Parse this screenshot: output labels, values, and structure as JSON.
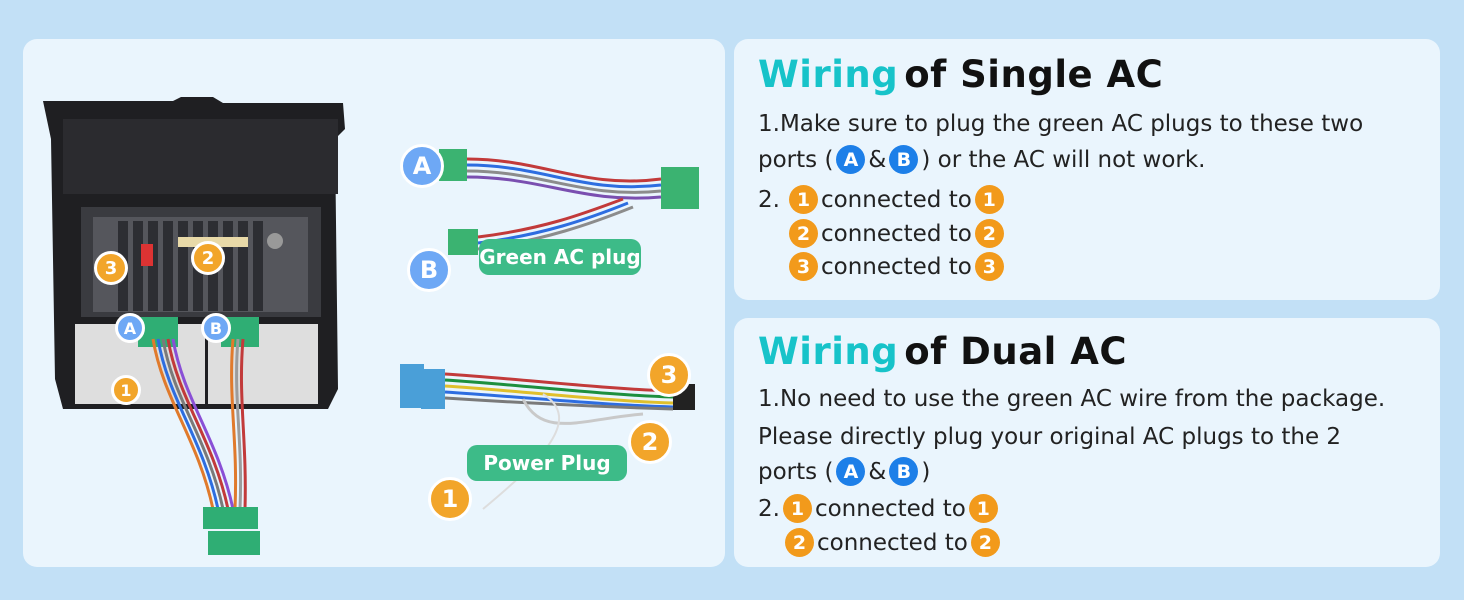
{
  "diagram": {
    "callouts": {
      "a": "A",
      "b": "B",
      "n1": "1",
      "n2": "2",
      "n3": "3"
    },
    "green_plug_label": "Green AC plug",
    "power_plug_label": "Power Plug"
  },
  "single": {
    "title_accent": "Wiring",
    "title_rest": "of Single AC",
    "line1": "1.Make sure to plug the green AC plugs to these two",
    "line2_pre": "ports (",
    "line2_amp": "&",
    "line2_post": ") or the AC will not work.",
    "step2_prefix": "2.",
    "connected": "connected to",
    "badges": {
      "a": "A",
      "b": "B",
      "n1": "1",
      "n2": "2",
      "n3": "3"
    }
  },
  "dual": {
    "title_accent": "Wiring",
    "title_rest": "of Dual AC",
    "line1": "1.No need to use the green AC wire from the package.",
    "line2": "Please directly plug your original AC plugs to the 2",
    "line3_pre": "ports (",
    "line3_amp": "&",
    "line3_post": ")",
    "step2_prefix": "2.",
    "connected": "connected to",
    "badges": {
      "a": "A",
      "b": "B",
      "n1": "1",
      "n2": "2"
    }
  },
  "colors": {
    "background": "#c2e0f6",
    "panel": "#eaf5fd",
    "accent": "#17c3c9",
    "badge_blue": "#1d7fe8",
    "badge_orange": "#f29a1b",
    "pill_green": "#3dbb88"
  }
}
